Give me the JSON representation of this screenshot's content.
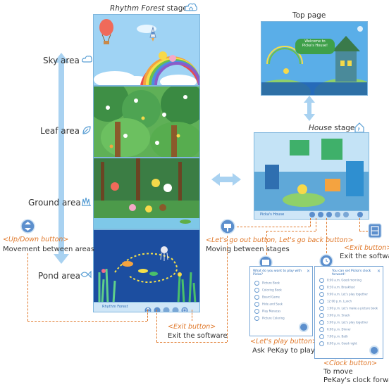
{
  "stage": {
    "title_italic": "Rhythm Forest",
    "title_rest": " stage"
  },
  "areas": {
    "sky": "Sky area",
    "leaf": "Leaf area",
    "ground": "Ground area",
    "pond": "Pond area"
  },
  "updown": {
    "label": "<Up/Down button>",
    "desc": "Movement between areas"
  },
  "toolbar": {
    "brand": "Rhythm Forest"
  },
  "top_page": {
    "title": "Top page",
    "welcome_line1": "Welcome to",
    "welcome_line2": "Picka's House!"
  },
  "house": {
    "title_italic": "House",
    "title_rest": " stage",
    "brand": "Picka's House"
  },
  "go_out": {
    "label": "<Let's go out button, Let's go back button>",
    "desc": "Moving between stages"
  },
  "exit_right": {
    "label": "<Exit button>",
    "desc": "Exit the software"
  },
  "exit_bottom": {
    "label": "<Exit button>",
    "desc": "Exit the software"
  },
  "play": {
    "label": "<Let's play button>",
    "desc": "Ask PeKay to play.",
    "heading": "What do you want to play with Picka?",
    "options": [
      "Picture Book",
      "Coloring Book",
      "Board Game",
      "Hide and Seek",
      "Play Maracas",
      "Picture Coloring"
    ]
  },
  "clock": {
    "label": "<Clock button>",
    "desc_line1": "To move",
    "desc_line2": "PeKay's clock forward",
    "heading": "You can set Picka's clock forward!",
    "options": [
      "8:00 a.m.  Good morning",
      "8:30 a.m.  Breakfast",
      "9:00 a.m.  Let's play together",
      "12:00 p.m.  Lunch",
      "1:00 p.m.  Let's make a picture book",
      "3:00 p.m.  Snack",
      "5:00 p.m.  Let's play together",
      "6:00 p.m.  Dinner",
      "7:00 p.m.  Bath",
      "8:00 p.m.  Good night"
    ]
  },
  "colors": {
    "accent": "#e0782a",
    "sky": "#a8d8f5",
    "leaf": "#3f9b4a",
    "pond": "#1b4fa1",
    "button": "#5c8fcd"
  }
}
